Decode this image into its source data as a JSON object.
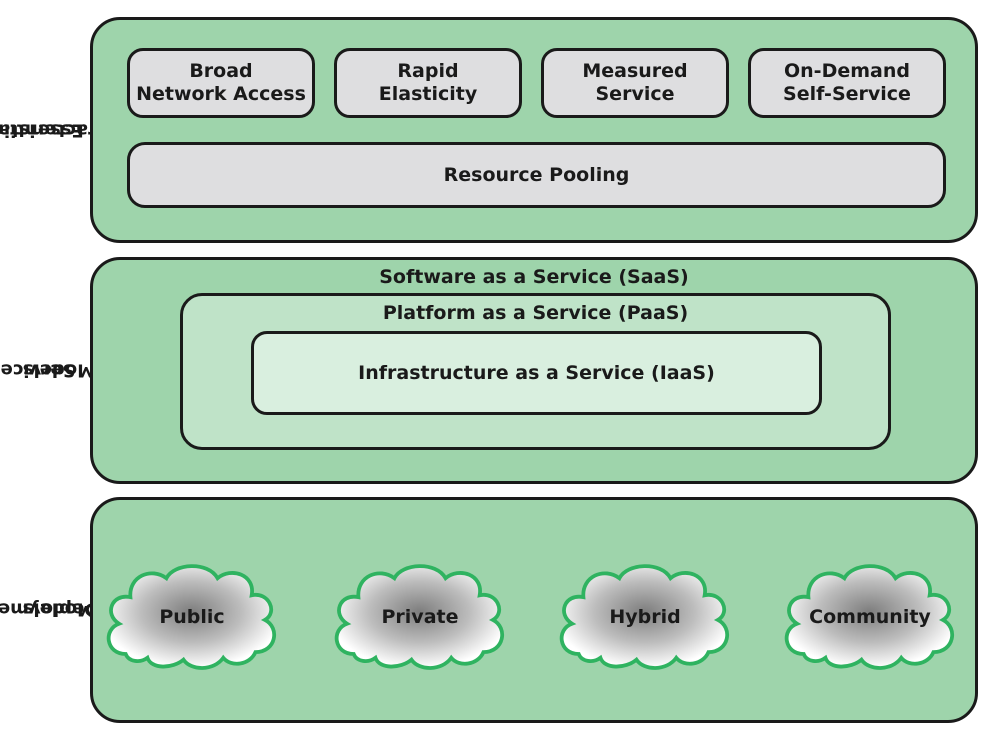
{
  "colors": {
    "panel_fill": "#9ed4ab",
    "paas_fill": "#bfe3c8",
    "iaas_fill": "#d9efdf",
    "pill_fill": "#dedee0",
    "cloud_outline": "#2fb360",
    "outline": "#1a1a1a"
  },
  "essential": {
    "label": [
      "Essential",
      "Characteristics"
    ],
    "items": [
      {
        "label": "Broad\nNetwork Access"
      },
      {
        "label": "Rapid\nElasticity"
      },
      {
        "label": "Measured\nService"
      },
      {
        "label": "On-Demand\nSelf-Service"
      }
    ],
    "pooling": "Resource Pooling"
  },
  "service": {
    "label": [
      "Service",
      "Models"
    ],
    "saas": "Software as a Service (SaaS)",
    "paas": "Platform as a Service (PaaS)",
    "iaas": "Infrastructure as a Service (IaaS)"
  },
  "deployment": {
    "label": [
      "Deployment",
      "Models"
    ],
    "clouds": [
      {
        "label": "Public",
        "icon": "cloud-icon"
      },
      {
        "label": "Private",
        "icon": "cloud-icon"
      },
      {
        "label": "Hybrid",
        "icon": "cloud-icon"
      },
      {
        "label": "Community",
        "icon": "cloud-icon"
      }
    ]
  }
}
